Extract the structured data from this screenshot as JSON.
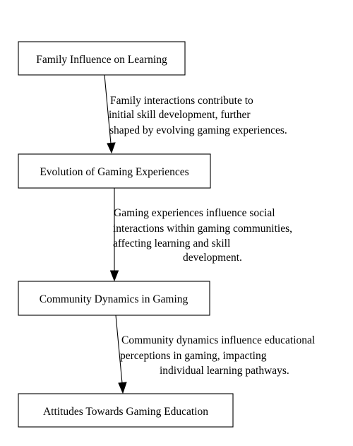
{
  "nodes": [
    {
      "label": "Family Influence on Learning"
    },
    {
      "label": "Evolution of Gaming Experiences"
    },
    {
      "label": "Community Dynamics in Gaming"
    },
    {
      "label": "Attitudes Towards Gaming Education"
    }
  ],
  "edges": [
    {
      "label_lines": [
        "Family interactions contribute to",
        "initial skill development, further",
        "shaped by evolving gaming experiences."
      ]
    },
    {
      "label_lines": [
        "Gaming experiences influence social",
        "interactions within gaming communities,",
        "affecting learning and skill",
        "development."
      ]
    },
    {
      "label_lines": [
        "Community dynamics influence educational",
        "perceptions in gaming, impacting",
        "individual learning pathways."
      ]
    }
  ],
  "colors": {
    "stroke": "#000000",
    "fill": "#ffffff",
    "text": "#000000"
  }
}
